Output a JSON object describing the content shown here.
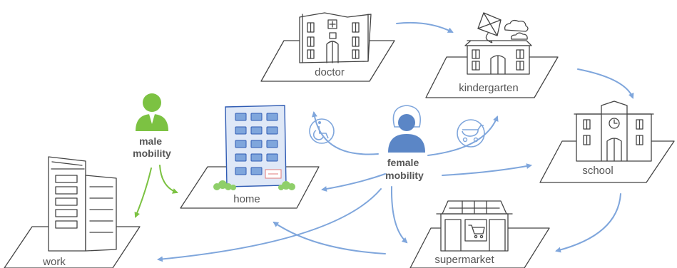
{
  "places": {
    "doctor": "doctor",
    "kindergarten": "kindergarten",
    "school": "school",
    "supermarket": "supermarket",
    "home": "home",
    "work": "work"
  },
  "persons": {
    "male": {
      "line1": "male",
      "line2": "mobility"
    },
    "female": {
      "line1": "female",
      "line2": "mobility"
    }
  },
  "colors": {
    "male": "#7cc242",
    "female": "#7fa6dc",
    "female_figure": "#5b86c6",
    "building_home": "#2f5bb3",
    "building_home_fill": "#dfe8f7",
    "bush": "#8fcf6a",
    "outline": "#444444"
  },
  "icons": [
    "wheelchair-icon",
    "stroller-icon",
    "kite-icon",
    "cloud-icon",
    "cart-icon",
    "clock-icon",
    "cross-icon"
  ]
}
